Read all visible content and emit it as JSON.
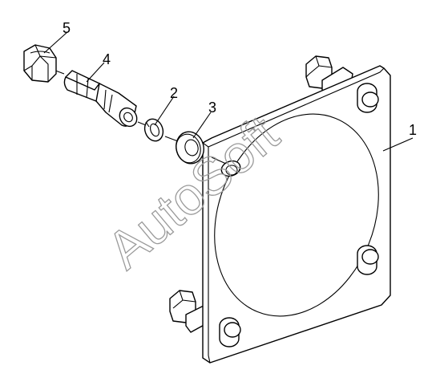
{
  "diagram": {
    "watermark": "AutoSoft",
    "callouts": [
      {
        "id": "plate",
        "label": "1"
      },
      {
        "id": "spring-washer",
        "label": "2"
      },
      {
        "id": "flat-washer",
        "label": "3"
      },
      {
        "id": "bolt-sleeve",
        "label": "4"
      },
      {
        "id": "hex-nut",
        "label": "5"
      }
    ],
    "colors": {
      "line": "#000000",
      "background": "#ffffff",
      "watermark": "#9a9a9a"
    }
  }
}
